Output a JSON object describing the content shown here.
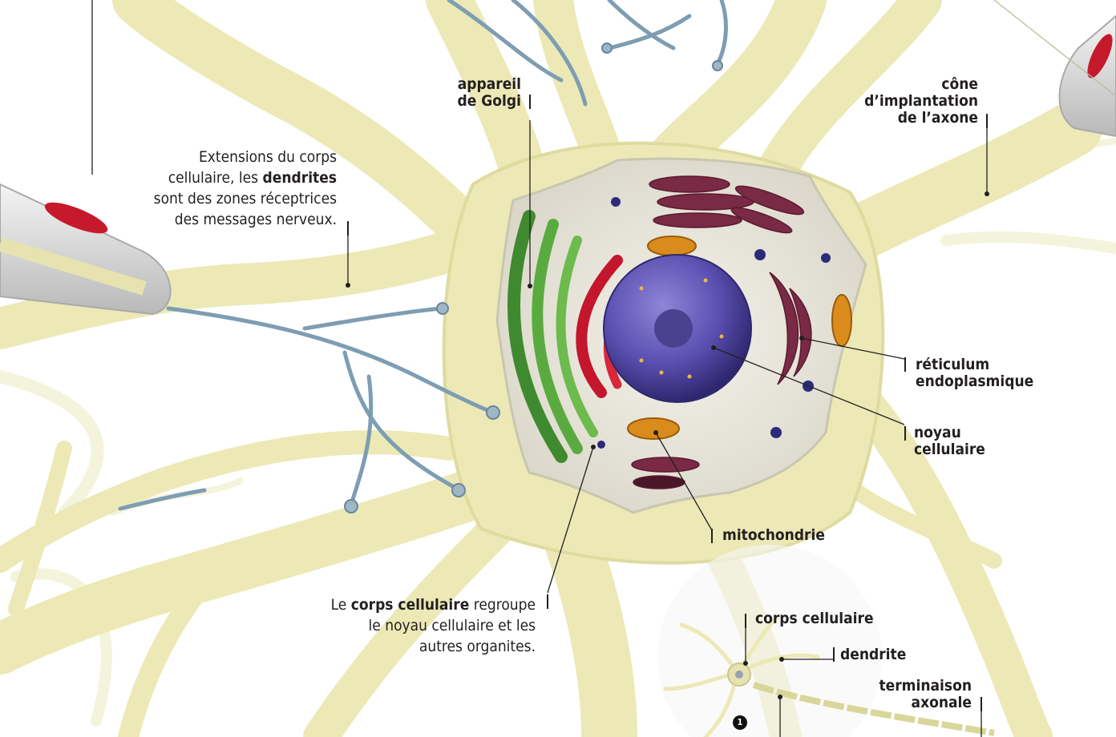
{
  "labels": {
    "golgi": {
      "line1": "appareil",
      "line2": "de Golgi"
    },
    "cone": {
      "line1": "cône",
      "line2": "d’implantation",
      "line3": "de l’axone"
    },
    "dendrites_text": {
      "line1": "Extensions du corps",
      "line2_a": "cellulaire, les ",
      "line2_b": "dendrites",
      "line3": "sont des zones réceptrices",
      "line4": "des messages nerveux."
    },
    "reticulum": {
      "line1": "réticulum",
      "line2": "endoplasmique"
    },
    "noyau": {
      "line1": "noyau",
      "line2": "cellulaire"
    },
    "mitochondrie": "mitochondrie",
    "corps_text": {
      "line1_a": "Le ",
      "line1_b": "corps cellulaire",
      "line1_c": " regroupe",
      "line2": "le noyau cellulaire et les",
      "line3": "autres organites."
    },
    "inset": {
      "corps": "corps cellulaire",
      "dendrite": "dendrite",
      "terminaison": {
        "line1": "terminaison",
        "line2": "axonale"
      },
      "badge": "1"
    }
  },
  "colors": {
    "neuron": "#f1efc4",
    "neuron_shadow": "#d9d69a",
    "nucleus": "#5a4fb0",
    "golgi": "#4f9e3a",
    "rough_er": "#7a2a44",
    "smooth_er": "#c4162c",
    "mitochondria": "#d98c1c",
    "dendrite_blue": "#7e9db3",
    "cytoplasm": "#e9e6da"
  }
}
